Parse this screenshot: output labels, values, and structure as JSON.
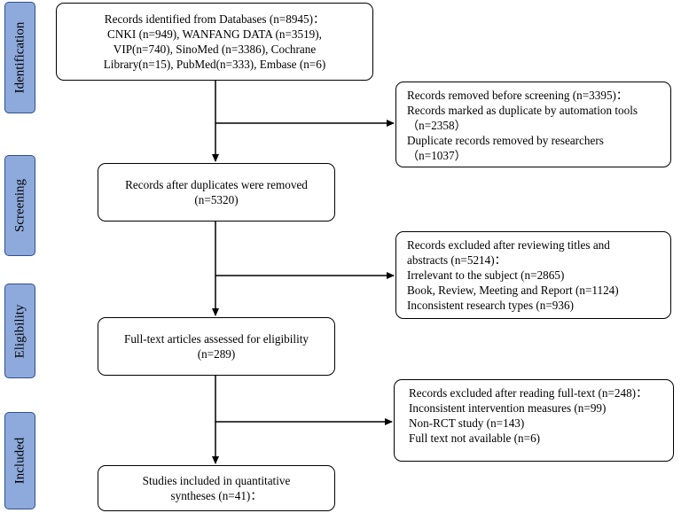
{
  "phases": {
    "identification": "Identification",
    "screening": "Screening",
    "eligibility": "Eligibility",
    "included": "Included"
  },
  "boxes": {
    "identified": {
      "lines": [
        "Records identified from Databases (n=8945)：",
        "CNKI (n=949), WANFANG DATA (n=3519),",
        "VIP(n=740), SinoMed (n=3386), Cochrane",
        "Library(n=15), PubMed(n=333), Embase (n=6)"
      ]
    },
    "removed_before_screening": {
      "lines": [
        "Records removed before screening (n=3395)：",
        "Records marked as duplicate by automation tools",
        "（n=2358）",
        "Duplicate records removed by researchers",
        "（n=1037）"
      ]
    },
    "after_duplicates": {
      "lines": [
        "Records after duplicates were removed",
        "(n=5320)"
      ]
    },
    "excluded_titles": {
      "lines": [
        "Records excluded after reviewing titles and",
        "abstracts (n=5214)：",
        "Irrelevant to the subject (n=2865)",
        "Book, Review, Meeting and Report (n=1124)",
        "Inconsistent research types (n=936)"
      ]
    },
    "fulltext_assessed": {
      "lines": [
        "Full-text articles assessed for eligibility",
        "(n=289)"
      ]
    },
    "excluded_fulltext": {
      "lines": [
        "Records excluded after reading full-text (n=248)：",
        "Inconsistent intervention measures (n=99)",
        "Non-RCT study (n=143)",
        "Full text not available (n=6)"
      ]
    },
    "included": {
      "lines": [
        "Studies included in quantitative",
        "syntheses (n=41)："
      ]
    }
  }
}
